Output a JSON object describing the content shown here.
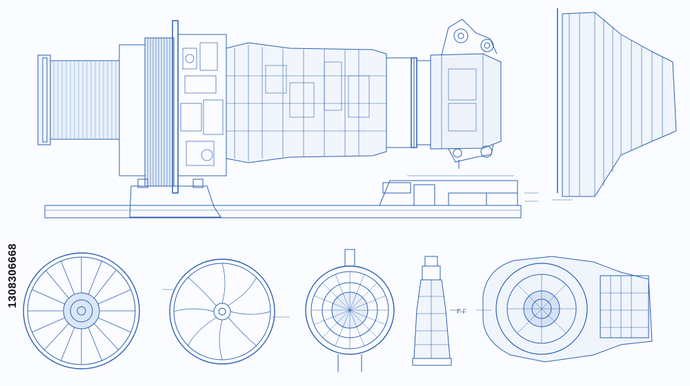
{
  "watermark": {
    "stock_id": "1308306668"
  },
  "palette": {
    "ink": "#2a5fb0",
    "ink_light": "#7fa3d8",
    "paper": "#fbfcff",
    "text": "#111111"
  },
  "views": [
    "engine-side-view",
    "nacelle-profile-view",
    "fan-disc-view-1",
    "fan-disc-view-2",
    "compressor-section-view",
    "component-elevation-view",
    "assembly-end-view"
  ],
  "annotations": {
    "nozzle_callout": "F-F"
  }
}
